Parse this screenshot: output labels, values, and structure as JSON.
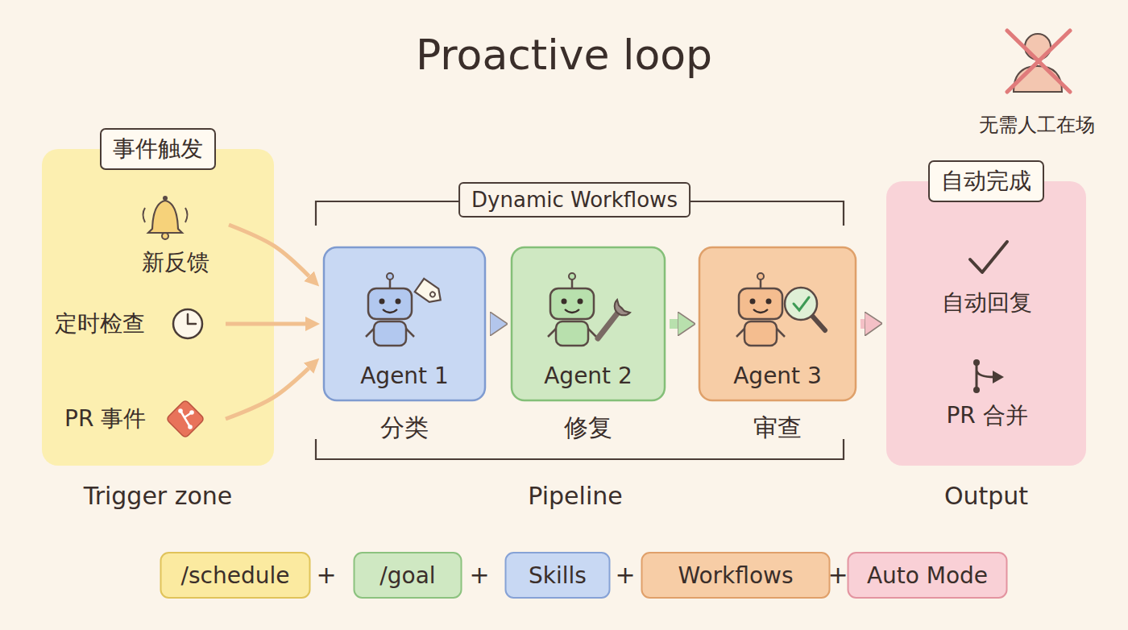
{
  "diagram": {
    "title": "Proactive loop",
    "nodes": [
      {
        "text": [
          "事件触发",
          "Trigger zone"
        ]
      },
      {
        "text": [
          "新反馈"
        ],
        "in": 0
      },
      {
        "text": [
          "定时检查"
        ],
        "in": 0
      },
      {
        "text": [
          "PR 事件"
        ],
        "in": 0
      },
      {
        "text": [
          "Agent 1",
          "分类"
        ]
      },
      {
        "text": [
          "Agent 2",
          "修复"
        ]
      },
      {
        "text": [
          "Agent 3",
          "审查"
        ]
      },
      {
        "text": [
          "自动完成",
          "Output"
        ]
      },
      {
        "text": [
          "自动回复"
        ],
        "in": 7
      },
      {
        "text": [
          "PR 合并"
        ],
        "in": 7
      },
      {
        "text": [
          "/schedule"
        ]
      },
      {
        "text": [
          "/goal"
        ]
      },
      {
        "text": [
          "Skills"
        ]
      },
      {
        "text": [
          "Workflows"
        ]
      },
      {
        "text": [
          "Auto Mode"
        ]
      }
    ],
    "edges": [
      {
        "from": 1,
        "to": 4,
        "arrow": "to"
      },
      {
        "from": 2,
        "to": 4,
        "arrow": "to"
      },
      {
        "from": 3,
        "to": 4,
        "arrow": "to"
      },
      {
        "from": 4,
        "to": 5,
        "arrow": "to"
      },
      {
        "from": 5,
        "to": 6,
        "arrow": "to"
      },
      {
        "from": 6,
        "to": 7,
        "arrow": "to"
      }
    ],
    "labels": [
      "无需人工在场",
      "Dynamic Workflows",
      "Pipeline",
      "+",
      "+",
      "+",
      "+"
    ]
  }
}
